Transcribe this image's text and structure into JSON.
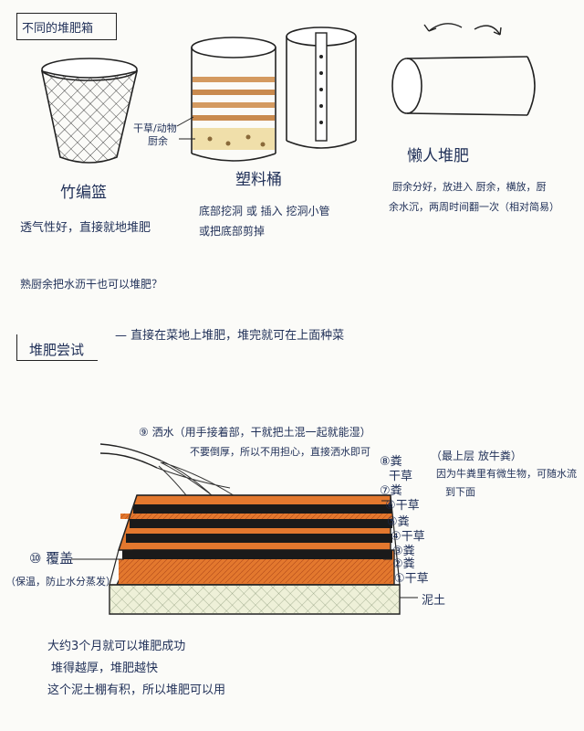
{
  "section1": {
    "title": "不同的堆肥箱",
    "basket": {
      "label": "竹编篮",
      "note": "透气性好，直接就地堆肥"
    },
    "bucket": {
      "label": "塑料桶",
      "layer_labels": [
        "干草/动物",
        "厨余"
      ],
      "note_line1": "底部挖洞 或 插入 挖洞小管",
      "note_line2": "或把底部剪掉"
    },
    "lazy": {
      "label": "懒人堆肥",
      "note_line1": "厨余分好，放进入 厨余，横放，厨",
      "note_line2": "余水沉，两周时间翻一次（相对简易）"
    },
    "question": "熟厨余把水沥干也可以堆肥？"
  },
  "section2": {
    "title": "堆肥尝试",
    "subtitle": "— 直接在菜地上堆肥，堆完就可在上面种菜",
    "water_note_line1": "⑨ 洒水（用手接着部，干就把土混一起就能湿）",
    "water_note_line2": "不要倒厚，所以不用担心，直接洒水即可",
    "dung_note_line1": "（最上层 放牛粪）",
    "dung_note_line2": "因为牛粪里有微生物，可随水流",
    "dung_note_line3": "到下面",
    "cover_label": "⑩ 覆盖",
    "cover_note": "（保温，防止水分蒸发）",
    "layer_labels": [
      {
        "num": "⑧",
        "text": "粪"
      },
      {
        "num": "",
        "text": "干草"
      },
      {
        "num": "⑦",
        "text": "粪"
      },
      {
        "num": "⑥",
        "text": "干草"
      },
      {
        "num": "⑤",
        "text": "粪"
      },
      {
        "num": "④",
        "text": "干草"
      },
      {
        "num": "③",
        "text": "粪"
      },
      {
        "num": "②",
        "text": "粪"
      },
      {
        "num": "①",
        "text": "干草"
      }
    ],
    "soil_label": "泥土",
    "conclusion_line1": "大约3个月就可以堆肥成功",
    "conclusion_line2": "堆得越厚，堆肥越快",
    "conclusion_line3": "这个泥土棚有积，所以堆肥可以用"
  },
  "colors": {
    "ink": "#1f2f57",
    "manure": "#1a1a1a",
    "straw": "#e0742c",
    "soil": "#ecefd6"
  }
}
